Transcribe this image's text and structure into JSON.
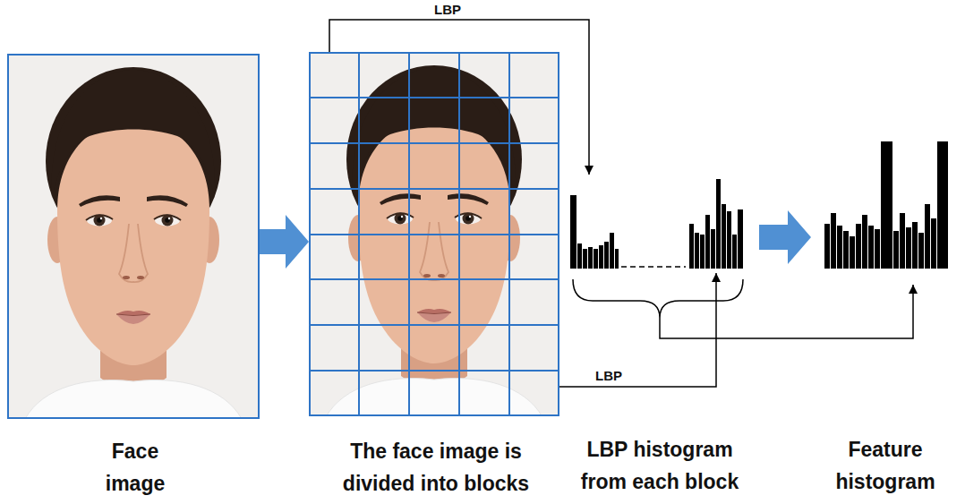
{
  "diagram": {
    "nodes": [
      {
        "text": [
          "Face image"
        ]
      },
      {
        "text": [
          "The face image is divided into blocks"
        ]
      },
      {
        "text": [
          "LBP histogram from each block"
        ]
      },
      {
        "text": [
          "Feature histogram"
        ]
      }
    ],
    "edges": [
      {
        "from": 0,
        "to": 1,
        "arrow": "to"
      },
      {
        "from": 1,
        "to": 2,
        "label": "LBP",
        "arrow": "to"
      },
      {
        "from": 1,
        "to": 2,
        "label": "LBP",
        "arrow": "to"
      },
      {
        "from": 2,
        "to": 3,
        "arrow": "to"
      },
      {
        "from": 2,
        "to": 3,
        "arrow": "to"
      }
    ]
  }
}
